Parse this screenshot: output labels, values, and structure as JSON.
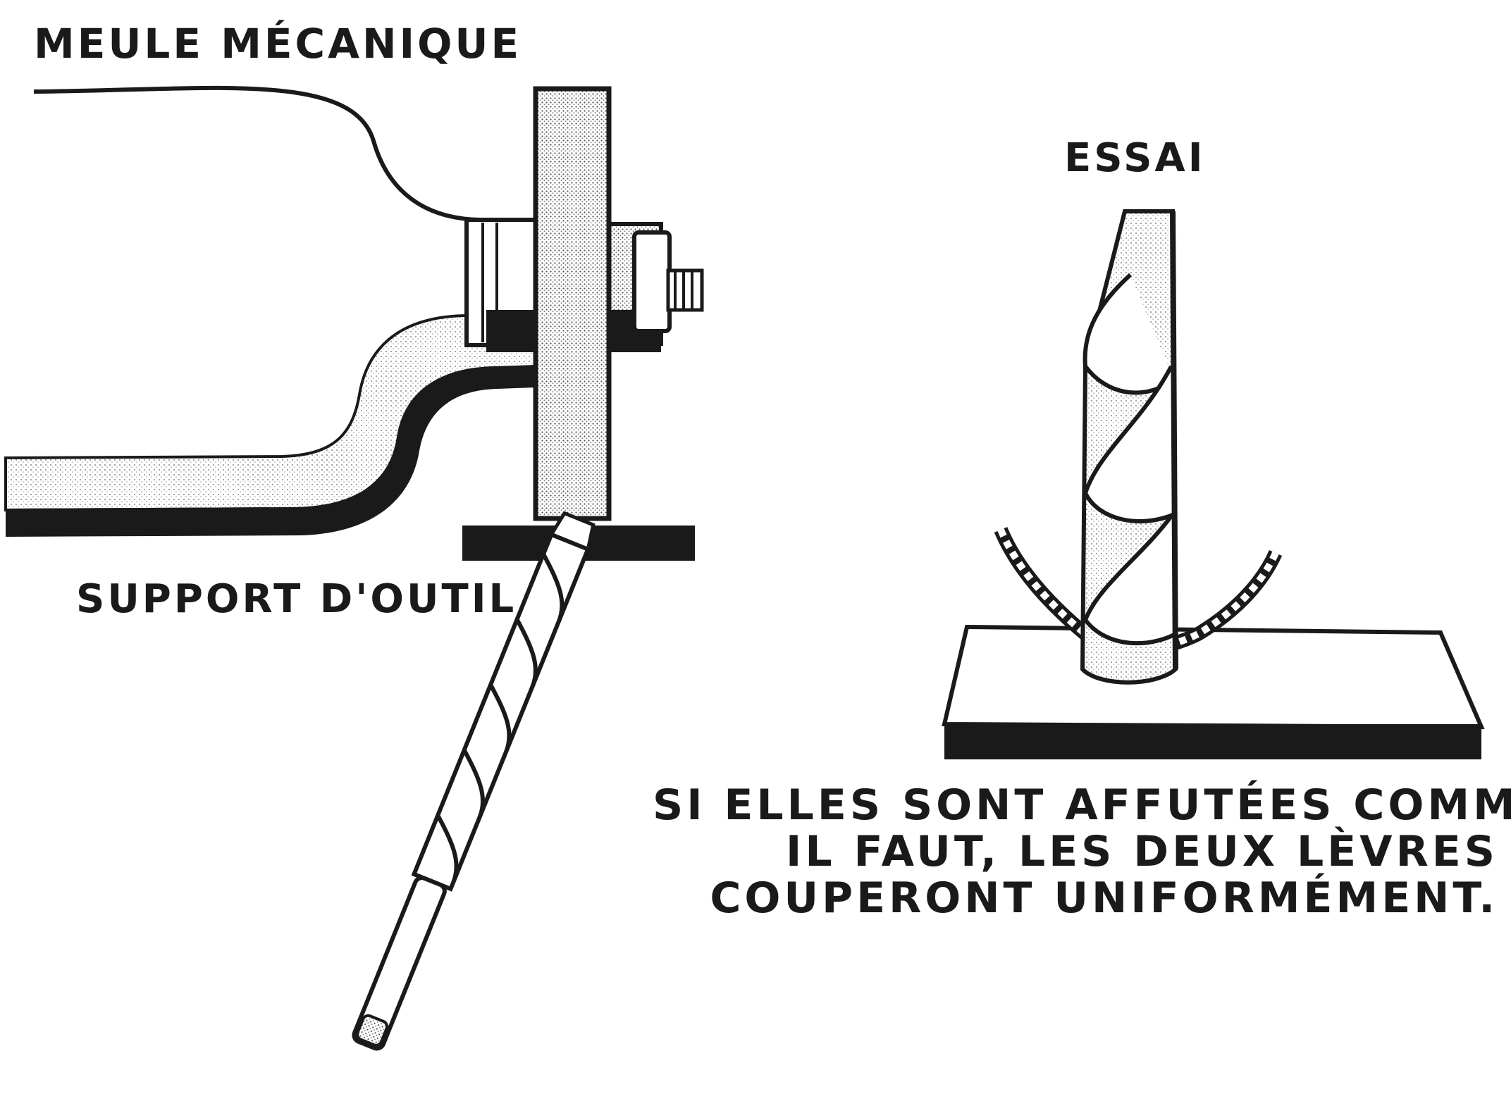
{
  "labels": {
    "grinder": "MEULE MÉCANIQUE",
    "tool_rest": "SUPPORT D'OUTIL",
    "test": "ESSAI"
  },
  "caption": {
    "line1": "SI ELLES SONT AFFUTÉES COMME",
    "line2": "IL FAUT, LES DEUX LÈVRES",
    "line3": "COUPERONT UNIFORMÉMENT."
  },
  "colors": {
    "ink": "#1a1a1a",
    "stipple": "#b8b8b8",
    "paper": "#ffffff"
  }
}
